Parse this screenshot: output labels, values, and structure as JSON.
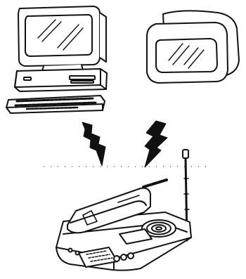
{
  "diagram": {
    "nodes": [
      {
        "id": "computer",
        "name": "desktop-computer",
        "kind": "illustration"
      },
      {
        "id": "monitor",
        "name": "tv-monitor",
        "kind": "illustration"
      },
      {
        "id": "phone-base",
        "name": "cordless-phone-base",
        "kind": "illustration"
      }
    ],
    "connections": [
      {
        "from": "computer",
        "to": "phone-base",
        "symbol": "lightning-signal-icon"
      },
      {
        "from": "monitor",
        "to": "phone-base",
        "symbol": "lightning-signal-icon"
      }
    ],
    "colors": {
      "ink": "#111111",
      "paper": "#ffffff"
    }
  }
}
